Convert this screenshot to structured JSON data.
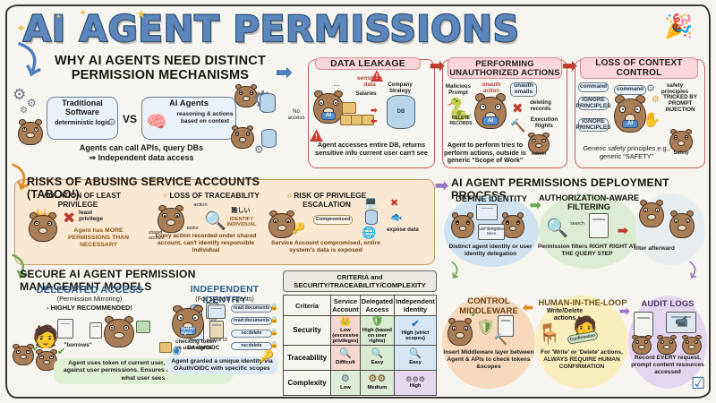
{
  "meta": {
    "title": "AI AGENT PERMISSIONS",
    "bg_color": "#f7f5ef",
    "title_color": "#5b87bd",
    "confetti_icon": "party-popper"
  },
  "sections": {
    "why": {
      "heading": "WHY AI AGENTS NEED DISTINCT PERMISSION MECHANISMS",
      "left_box": {
        "title": "Traditional Software",
        "subtitle": "deterministic logic"
      },
      "vs_label": "VS",
      "right_box": {
        "title": "AI Agents",
        "subtitle": "reasoning & actions based on context"
      },
      "footer_line1": "Agents can call APIs, query DBs",
      "footer_line2": "⇒ Independent data access"
    },
    "data_leakage": {
      "heading": "DATA LEAKAGE",
      "labels": [
        "sensitive data",
        "Salaries",
        "Company Strategy",
        "DB",
        "No access"
      ],
      "thought_bubble": "...",
      "agent_badge": "AI",
      "caption": "Agent accesses entire DB, returns sensitive info current user can't see"
    },
    "unauthorized": {
      "heading": "PERFORMING UNAUTHORIZED ACTIONS",
      "labels": [
        "Malicious Prompt",
        "unauth action",
        "unauth emails",
        "DELETE RECORDS",
        "deleting records",
        "Execution Rights",
        "Admin"
      ],
      "agent_badge": "AI",
      "caption": "Agent to perform tries to perform actions, outside is generic \"Scope of Work\""
    },
    "context_loss": {
      "heading": "LOSS OF CONTEXT CONTROL",
      "chips": [
        "command",
        "command",
        "IGNORE PRINCIPLES",
        "IGNORE PRINCIPLES"
      ],
      "labels": [
        "safety principles",
        "TRICKED BY PROMPT INJECTION",
        "Safety"
      ],
      "agent_badge": "AI",
      "caption": "Generic safety principles e.g., generic “SAFETY”"
    },
    "risks": {
      "heading": "RISKS OF ABUSING SERVICE ACCOUNTS (TABOO!)",
      "items": [
        {
          "bullet": "VIOLATION OF LEAST PRIVILEGE",
          "mark_label": "least privilege",
          "caption": "Agent has MORE PERMISSIONS THAN NECESSARY"
        },
        {
          "bullet": "LOSS OF TRACEABILITY",
          "labels": [
            "shared account",
            "tasks",
            "action",
            "難しい",
            "IDENTIFY INDIVIDUAL"
          ],
          "caption": "Every action recorded under shared account, can't identify responsible individual"
        },
        {
          "bullet": "RISK OF PRIVILEGE ESCALATION",
          "labels": [
            "Compromised",
            "expose data"
          ],
          "caption": "Service Account compromised, entire system's data is exposed"
        }
      ]
    },
    "secure_models": {
      "heading": "SECURE AI AGENT PERMISSION MANAGEMENT MODELS",
      "delegated": {
        "title": "DELEGATED ACCESS",
        "subtitle": "(Permission Mirroring)",
        "recommend": "- HIGHLY RECOMMENDED!",
        "labels": [
          "\"borrows\"",
          "checking token vs user rights",
          "Doc"
        ],
        "caption": "Agent uses token of current user, resource checked against user permissions. Ensures agent 'sees' exactly what user sees"
      },
      "independent": {
        "title": "INDEPENDENT IDENTITY",
        "subtitle": "(For System Agents)",
        "scopes": [
          "read:documents",
          "read:documents",
          "no:delete",
          "no:delete"
        ],
        "labels": [
          "System Agent",
          "unique ID",
          "OAuth/OIDC"
        ],
        "caption": "Agent granted a unique identity via OAuth/OIDC with specific scopes"
      }
    },
    "deployment": {
      "heading": "AI AGENT PERMISSIONS DEPLOYMENT PROCESS",
      "steps": [
        {
          "label": "DEFINE IDENTITY",
          "sub_labels": [
            "user delegation token"
          ],
          "caption": "Distinct agent identity or user identity delegation",
          "color": "#cfe3f2"
        },
        {
          "label": "AUTHORIZATION-AWARE FILTERING",
          "sub_labels": [
            "search",
            "filter afterward"
          ],
          "caption": "Permission filters RIGHT RIGHT AT THE QUERY STEP",
          "color": "#dcedd4"
        },
        {
          "label": "CONTROL MIDDLEWARE",
          "sub_labels": [],
          "caption": "Insert Middleware layer between Agent & APIs to check tokens &scopes",
          "color": "#f7d9bd"
        },
        {
          "label": "HUMAN-IN-THE-LOOP",
          "sub_labels": [
            "Write/Delete actions",
            "Confirmation"
          ],
          "caption": "For 'Write' or 'Delete' actions, ALWAYS REQUIRE HUMAN CONFIRMATION",
          "color": "#fbeebd"
        },
        {
          "label": "AUDIT LOGS",
          "sub_labels": [],
          "caption": "Record EVERY request, prompt content resources accessed",
          "color": "#e4d6f0"
        }
      ]
    }
  },
  "criteria_table": {
    "banner": "CRITERIA and SECURITY/TRACEABILITY/COMPLEXITY",
    "columns": [
      "Criteria",
      "Service Account",
      "Delegated Access",
      "Independent Identity"
    ],
    "rows": [
      {
        "label": "Security",
        "cells": [
          {
            "text": "Low (excessive privileges)",
            "icon": "crown-crossed-out",
            "bg": "#f6d8ce"
          },
          {
            "text": "High (based on user rights)",
            "icon": "shield-check",
            "bg": "#d9ecd2"
          },
          {
            "text": "High (strict scopes)",
            "icon": "check-mark",
            "bg": "#d5e6f5"
          }
        ]
      },
      {
        "label": "Traceability",
        "cells": [
          {
            "text": "Difficult",
            "icon": "magnifier-crossed-out",
            "bg": "#f6d8ce"
          },
          {
            "text": "Easy",
            "icon": "magnifier",
            "bg": "#d9ecd2"
          },
          {
            "text": "Easy",
            "icon": "magnifier",
            "bg": "#d5e6f5"
          }
        ]
      },
      {
        "label": "Complexity",
        "cells": [
          {
            "text": "Low",
            "icon": "gears-few",
            "bg": "#dcecd6"
          },
          {
            "text": "Medium",
            "icon": "gears-medium",
            "bg": "#dcecd6"
          },
          {
            "text": "High",
            "icon": "gears-many",
            "bg": "#e6d9ef"
          }
        ]
      }
    ]
  }
}
